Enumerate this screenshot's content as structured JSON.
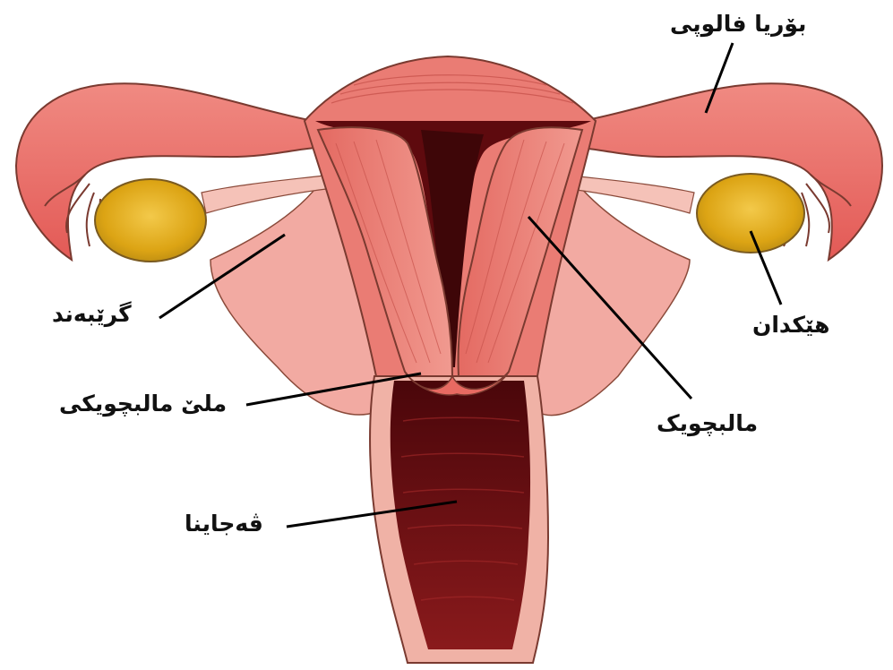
{
  "labels": {
    "fallopian_tube": "بۆریا فالوپی",
    "ovary": "هێكدان",
    "ligament": "گرێبەند",
    "cervix": "ملێ مالبچویكی",
    "uterus": "مالبچویک",
    "vagina": "ڤەجاینا"
  },
  "colors": {
    "tissue_light": "#f4a6a0",
    "tissue_mid": "#e86a62",
    "tissue_dark": "#c23a38",
    "cavity": "#5e0a0e",
    "ovary": "#e4b21c",
    "outline": "#6b3a2a",
    "leader": "#000000"
  }
}
